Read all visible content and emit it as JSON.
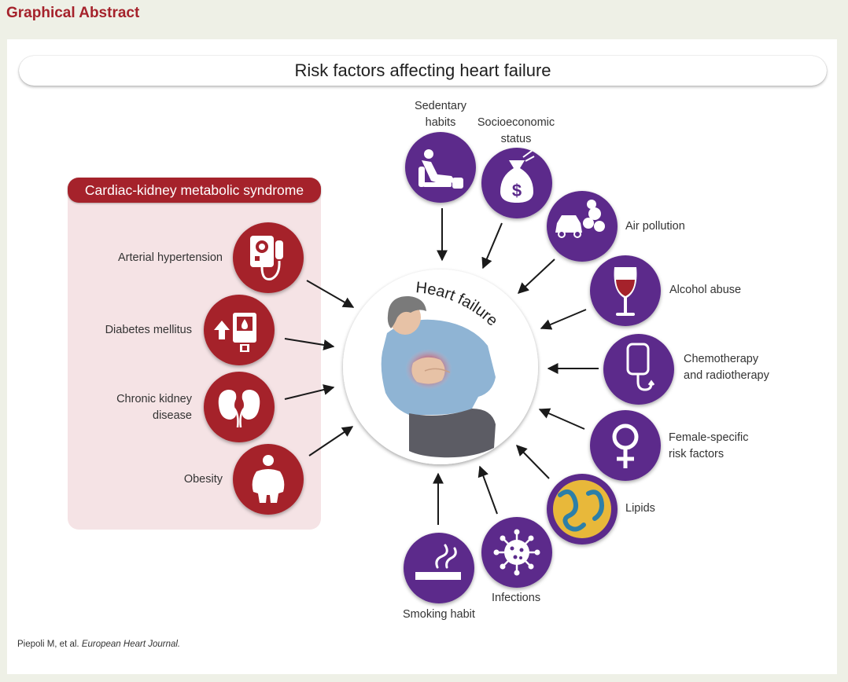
{
  "header": {
    "title": "Graphical Abstract"
  },
  "figure": {
    "title": "Risk factors affecting heart failure",
    "center_label": "Heart failure",
    "ckm_group": {
      "title": "Cardiac-kidney metabolic syndrome",
      "items": [
        {
          "label": "Arterial hypertension",
          "icon": "blood-pressure-monitor-icon"
        },
        {
          "label": "Diabetes mellitus",
          "icon": "glucose-meter-icon"
        },
        {
          "label": "Chronic kidney disease",
          "label_lines": [
            "Chronic kidney",
            "disease"
          ],
          "icon": "kidneys-icon"
        },
        {
          "label": "Obesity",
          "icon": "obese-person-icon"
        }
      ]
    },
    "risk_factors": [
      {
        "label_lines": [
          "Sedentary",
          "habits"
        ],
        "icon": "recliner-person-icon"
      },
      {
        "label_lines": [
          "Socioeconomic",
          "status"
        ],
        "icon": "money-bag-icon"
      },
      {
        "label_lines": [
          "Air pollution"
        ],
        "icon": "car-exhaust-icon"
      },
      {
        "label_lines": [
          "Alcohol abuse"
        ],
        "icon": "wine-glass-icon"
      },
      {
        "label_lines": [
          "Chemotherapy",
          "and radiotherapy"
        ],
        "icon": "iv-bag-icon"
      },
      {
        "label_lines": [
          "Female-specific",
          "risk factors"
        ],
        "icon": "female-symbol-icon"
      },
      {
        "label_lines": [
          "Lipids"
        ],
        "icon": "artery-plaque-icon"
      },
      {
        "label_lines": [
          "Infections"
        ],
        "icon": "virus-icon"
      },
      {
        "label_lines": [
          "Smoking habit"
        ],
        "icon": "cigarette-icon"
      }
    ],
    "colors": {
      "ckm": "#a5222b",
      "ckm_panel": "#f5e3e5",
      "risk": "#5b2a8b",
      "accent": "#a5222b"
    },
    "credit": {
      "authors": "Piepoli M, et al.",
      "journal": "European Heart Journal."
    }
  }
}
